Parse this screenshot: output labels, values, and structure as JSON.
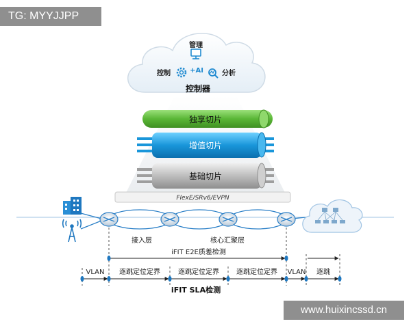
{
  "watermark": {
    "top_left": "TG: MYYJJPP",
    "bottom_right": "www.huixincssd.cn"
  },
  "cloud": {
    "label_manage": "管理",
    "label_control": "控制",
    "label_ai": "+AI",
    "label_analyze": "分析",
    "title": "控制器"
  },
  "slices": {
    "exclusive": "独享切片",
    "value_added": "增值切片",
    "basic": "基础切片",
    "transport": "FlexE/SRv6/EVPN"
  },
  "network": {
    "access_layer": "接入层",
    "core_layer": "核心汇聚层"
  },
  "measure": {
    "e2e": "iFIT E2E质差检测",
    "vlan_left": "VLAN",
    "hop1": "逐跳定位定界",
    "hop2": "逐跳定位定界",
    "hop3": "逐跳定位定界",
    "vlan_right": "VLAN",
    "hop_short": "逐跳",
    "sla": "iFIT SLA检测"
  },
  "colors": {
    "green": "#6cc04a",
    "blue": "#1f9be0",
    "gray": "#b8b8b8",
    "line_blue": "#2a7fc7"
  }
}
